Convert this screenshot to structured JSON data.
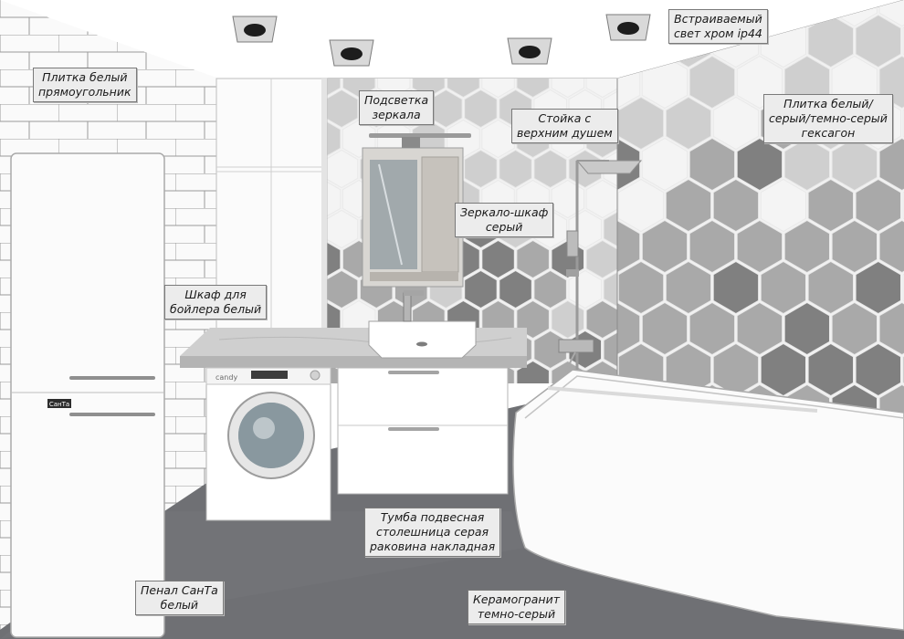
{
  "labels": {
    "ceiling_light": [
      "Встраиваемый",
      "свет хром ip44"
    ],
    "left_wall_tile": [
      "Плитка белый",
      "прямоугольник"
    ],
    "mirror_light": [
      "Подсветка",
      "зеркала"
    ],
    "shower_rack": [
      "Стойка с",
      "верхним душем"
    ],
    "right_wall_tile": [
      "Плитка белый/",
      "серый/темно-серый",
      "гексагон"
    ],
    "mirror_cabinet": [
      "Зеркало-шкаф",
      "серый"
    ],
    "boiler_cabinet": [
      "Шкаф для",
      "бойлера белый"
    ],
    "vanity": [
      "Тумба подвесная",
      "столешница серая",
      "раковина накладная"
    ],
    "tall_cabinet": [
      "Пенал СанТа",
      "белый"
    ],
    "floor": [
      "Керамогранит",
      "темно-серый"
    ]
  },
  "brand_marks": {
    "tall_cabinet_logo": "СанТа",
    "washer_logo": "candy"
  },
  "colors": {
    "tile_white": "#f4f4f4",
    "tile_light_grey": "#cfcfcf",
    "tile_mid_grey": "#a9a9a9",
    "tile_dark_grey": "#808080",
    "floor": "#6f7074",
    "countertop": "#c9c9c9",
    "label_bg": "#ececec"
  },
  "icons": {
    "ceiling_lights": "recessed-spotlight-icon",
    "mirror_lamp": "led-bar-lamp-icon",
    "faucet": "basin-mixer-icon",
    "shower_head": "rain-shower-icon"
  }
}
